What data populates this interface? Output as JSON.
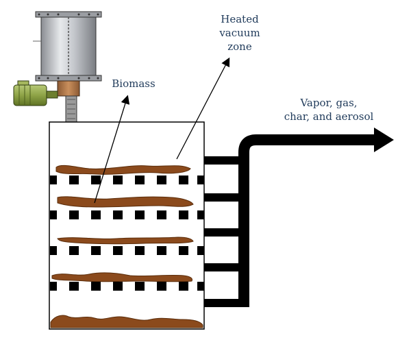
{
  "labels": {
    "heated_line1": "Heated",
    "heated_line2": "vacuum",
    "heated_line3": "zone",
    "biomass": "Biomass",
    "vapor_line1": "Vapor, gas,",
    "vapor_line2": "char, and aerosol"
  },
  "colors": {
    "biomass": "#8b4a1c",
    "biomass_edge": "#5a2c0a",
    "steel_light": "#e4e6ea",
    "steel_mid": "#b9bcc2",
    "steel_dark": "#7f8287",
    "motor_green": "#8fa84a",
    "copper": "#b07a4a",
    "outline": "#000000",
    "label_text": "#1f3a5a"
  },
  "icons": [
    "feeder-hopper",
    "motor",
    "reactor-vessel",
    "grate-trays",
    "outlet-pipe",
    "pointer-arrows"
  ]
}
